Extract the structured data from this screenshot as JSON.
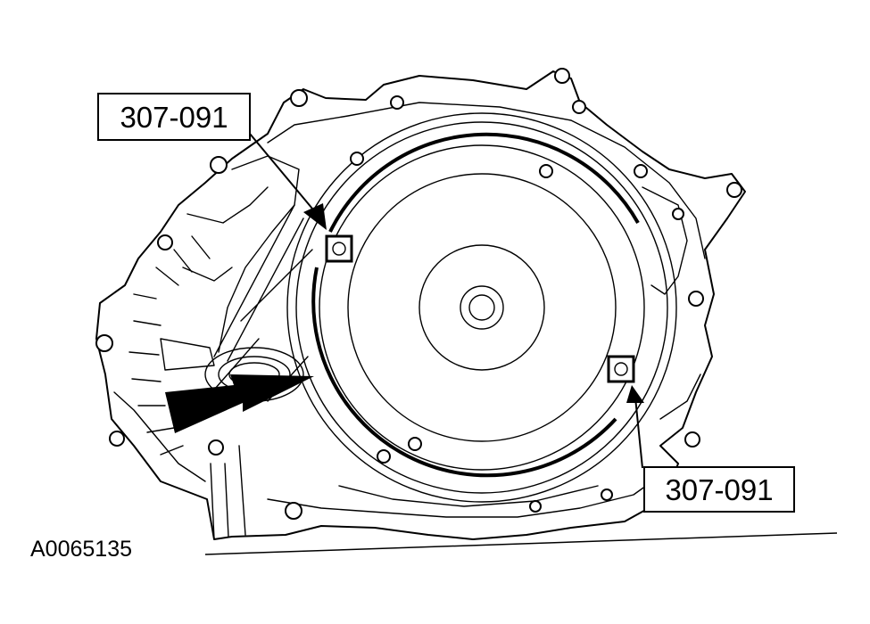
{
  "callouts": {
    "top_label": "307-091",
    "bottom_label": "307-091"
  },
  "figure_id": "A0065135"
}
